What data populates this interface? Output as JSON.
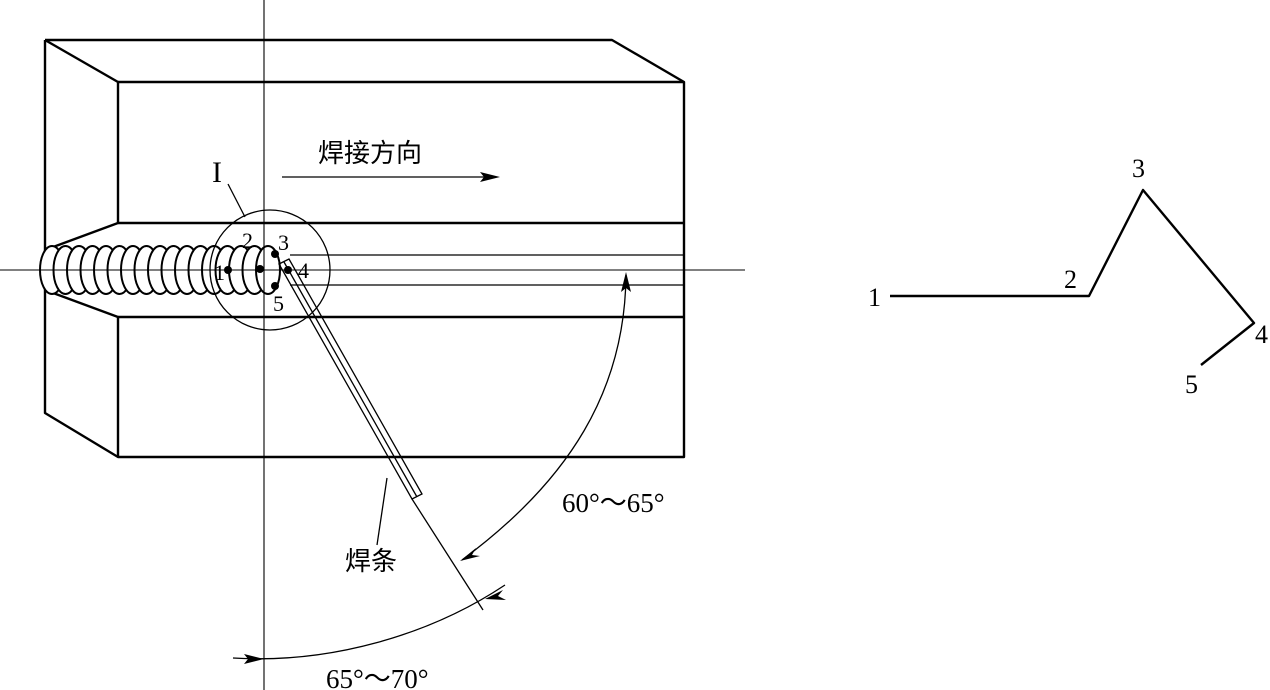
{
  "labels": {
    "detail_marker": "I",
    "welding_direction": "焊接方向",
    "electrode": "焊条",
    "angle_upper": "60°～65°",
    "angle_lower": "65°～70°"
  },
  "weave_points": {
    "left_view": [
      "1",
      "2",
      "3",
      "4",
      "5"
    ],
    "right_path": [
      "1",
      "2",
      "3",
      "4",
      "5"
    ]
  }
}
